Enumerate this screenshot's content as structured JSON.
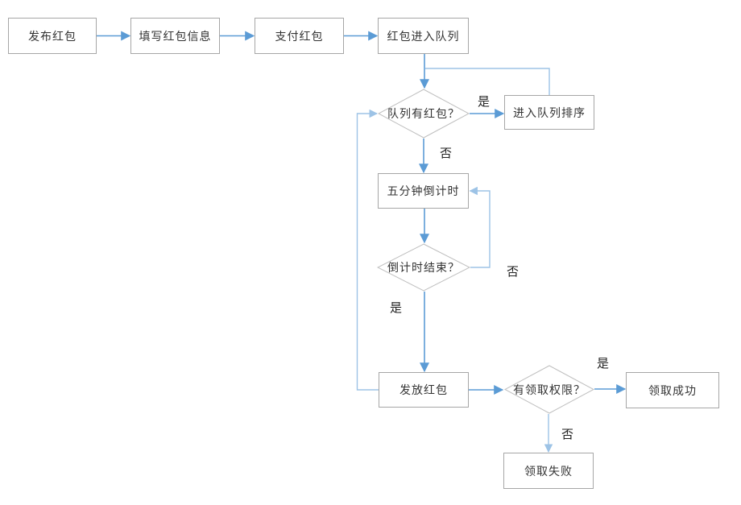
{
  "nodes": {
    "publish": {
      "label": "发布红包",
      "type": "process"
    },
    "fill_info": {
      "label": "填写红包信息",
      "type": "process"
    },
    "pay": {
      "label": "支付红包",
      "type": "process"
    },
    "enqueue": {
      "label": "红包进入队列",
      "type": "process"
    },
    "sort_queue": {
      "label": "进入队列排序",
      "type": "process"
    },
    "queue_has": {
      "label": "队列有红包？",
      "type": "decision"
    },
    "countdown": {
      "label": "五分钟倒计时",
      "type": "process"
    },
    "countdown_over": {
      "label": "倒计时结束？",
      "type": "decision"
    },
    "distribute": {
      "label": "发放红包",
      "type": "process"
    },
    "has_permission": {
      "label": "有领取权限？",
      "type": "decision"
    },
    "success": {
      "label": "领取成功",
      "type": "process"
    },
    "fail": {
      "label": "领取失败",
      "type": "process"
    }
  },
  "edge_labels": {
    "queue_yes": "是",
    "queue_no": "否",
    "countdown_no": "否",
    "countdown_yes": "是",
    "permission_yes": "是",
    "permission_no": "否"
  },
  "edges": [
    {
      "from": "publish",
      "to": "fill_info"
    },
    {
      "from": "fill_info",
      "to": "pay"
    },
    {
      "from": "pay",
      "to": "enqueue"
    },
    {
      "from": "enqueue",
      "to": "queue_has"
    },
    {
      "from": "queue_has",
      "to": "sort_queue",
      "label": "是"
    },
    {
      "from": "sort_queue",
      "to": "queue_has"
    },
    {
      "from": "queue_has",
      "to": "countdown",
      "label": "否"
    },
    {
      "from": "countdown",
      "to": "countdown_over"
    },
    {
      "from": "countdown_over",
      "to": "countdown",
      "label": "否"
    },
    {
      "from": "countdown_over",
      "to": "distribute",
      "label": "是"
    },
    {
      "from": "distribute",
      "to": "has_permission"
    },
    {
      "from": "distribute",
      "to": "queue_has"
    },
    {
      "from": "has_permission",
      "to": "success",
      "label": "是"
    },
    {
      "from": "has_permission",
      "to": "fail",
      "label": "否"
    }
  ],
  "colors": {
    "edge": "#5B9BD5",
    "edge_light": "#9DC3E6",
    "box_border": "#A6A6A6",
    "diamond_border": "#BFBFBF",
    "node_text": "#333333",
    "canvas_bg": "#FFFFFF"
  }
}
